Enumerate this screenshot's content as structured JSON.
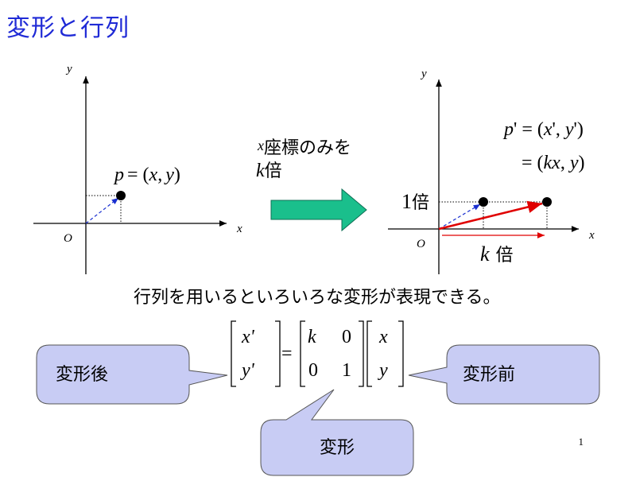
{
  "slide": {
    "title": "変形と行列",
    "page_number": "1"
  },
  "left_graph": {
    "axis_x": "x",
    "axis_y": "y",
    "origin": "O",
    "point_label_p": "p",
    "point_label_eq": "= (",
    "point_label_x": "x",
    "point_label_comma": ",",
    "point_label_y": "y",
    "point_label_close": ")"
  },
  "middle": {
    "line1_var": "x",
    "line1_text": "座標のみを",
    "line2_var": "k",
    "line2_text": "倍"
  },
  "right_graph": {
    "axis_x": "x",
    "axis_y": "y",
    "origin": "O",
    "eq1": "p' = (x', y')",
    "eq2": "= (kx, y)",
    "one_times_num": "1",
    "one_times_text": "倍",
    "k_times_var": "k",
    "k_times_text": "倍"
  },
  "caption": "行列を用いるといろいろな変形が表現できる。",
  "matrix": {
    "lhs_top": "x'",
    "lhs_bottom": "y'",
    "equals": "=",
    "m11": "k",
    "m12": "0",
    "m21": "0",
    "m22": "1",
    "rhs_top": "x",
    "rhs_bottom": "y"
  },
  "bubbles": {
    "after": "変形後",
    "before": "変形前",
    "transform": "変形"
  },
  "colors": {
    "title": "#1f2ad6",
    "arrow_fill": "#1abf8c",
    "red_vector": "#e00000",
    "blue_vector": "#1a2fd0",
    "bubble_fill": "#c8ccf4"
  }
}
